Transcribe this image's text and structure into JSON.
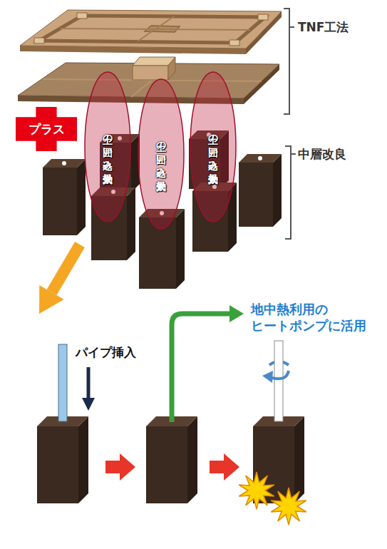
{
  "diagram": {
    "nodes": [
      {
        "text": [
          "土の囲い込み効果大"
        ]
      },
      {
        "text": [
          "土の囲い込み効果大"
        ]
      },
      {
        "text": [
          "土の囲い込み効果大"
        ]
      },
      {
        "text": [
          "プラス"
        ]
      }
    ],
    "labels": [
      "TNF工法",
      "中層改良",
      "パイプ挿入",
      "地中熱利用の ヒートポンプに活用"
    ]
  }
}
